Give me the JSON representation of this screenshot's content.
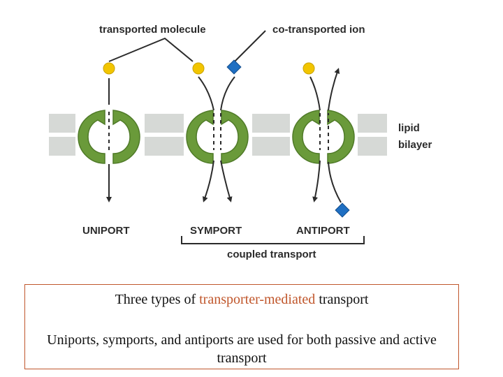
{
  "diagram": {
    "label_transported_molecule": "transported molecule",
    "label_cotransported_ion": "co-transported ion",
    "label_lipid": "lipid",
    "label_bilayer": "bilayer",
    "label_uniport": "UNIPORT",
    "label_symport": "SYMPORT",
    "label_antiport": "ANTIPORT",
    "label_coupled_transport": "coupled transport",
    "colors": {
      "protein": "#6a9a3a",
      "protein_dark": "#4f7a28",
      "membrane": "#d6d9d6",
      "molecule": "#f2c500",
      "ion": "#1f6fc2",
      "arrow": "#2b2b2b"
    }
  },
  "caption": {
    "title_prefix": "Three types of ",
    "title_highlight": "transporter-mediated",
    "title_suffix": " transport",
    "body": "Uniports, symports, and antiports are used for both passive and active transport",
    "border_color": "#c0562b"
  }
}
